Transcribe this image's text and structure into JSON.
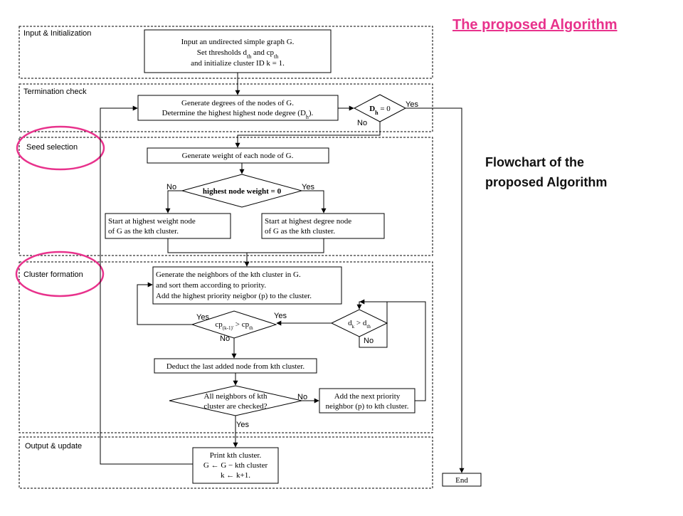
{
  "title": "The proposed Algorithm",
  "caption": {
    "line1": "Flowchart of the",
    "line2": "proposed Algorithm"
  },
  "sections": {
    "input": "Input & Initialization",
    "termination": "Termination check",
    "seed": "Seed selection",
    "cluster": "Cluster formation",
    "output": "Output & update"
  },
  "boxes": {
    "input": {
      "line1": "Input an undirected simple graph G.",
      "line2": "Set thresholds d",
      "line2_sub1": "th",
      "line2_mid": " and cp",
      "line2_sub2": "th",
      "line3": "and initialize cluster ID k = 1."
    },
    "degrees": {
      "line1": "Generate degrees of the nodes of G.",
      "line2": "Determine the highest highest node degree (D",
      "line2_sub": "h",
      "line2_end": ")."
    },
    "weight": "Generate weight of each node of G.",
    "start_weight": {
      "line1": "Start at highest weight node",
      "line2": "of G as the kth cluster."
    },
    "start_degree": {
      "line1": "Start at highest degree node",
      "line2": "of G as the kth cluster."
    },
    "neighbors": {
      "line1": "Generate the neighbors of the kth cluster in G.",
      "line2": "and sort them according to priority.",
      "line3": "Add the highest priority neigbor (p) to the cluster."
    },
    "deduct": "Deduct the last added node from kth cluster.",
    "add_next": {
      "line1": "Add the next priority",
      "line2": "neighbor (p) to kth cluster."
    },
    "print": {
      "line1": "Print kth cluster.",
      "line2": "G ← G − kth cluster",
      "line3": "k ← k+1."
    },
    "end": "End"
  },
  "decisions": {
    "dh": {
      "main": "D",
      "sub": "h",
      "rest": " = 0"
    },
    "hnw": "highest node weight = 0",
    "cp": {
      "main": "cp",
      "sub1": "(k-1)'",
      "mid": " > cp",
      "sub2": "th"
    },
    "dk": {
      "main": "d",
      "sub1": "k",
      "mid": " > d",
      "sub2": "th"
    },
    "all_neighbors": {
      "line1": "All neighbors of kth",
      "line2": "cluster are checked?"
    }
  },
  "labels": {
    "dh_yes": "Yes",
    "dh_no": "No",
    "hnw_no": "No",
    "hnw_yes": "Yes",
    "cp_yes_left": "Yes",
    "cp_yes_right": "Yes",
    "cp_no": "No",
    "dk_no": "No",
    "all_no": "No",
    "all_yes": "Yes"
  },
  "colors": {
    "highlight": "#e8328c",
    "line": "#000000"
  }
}
